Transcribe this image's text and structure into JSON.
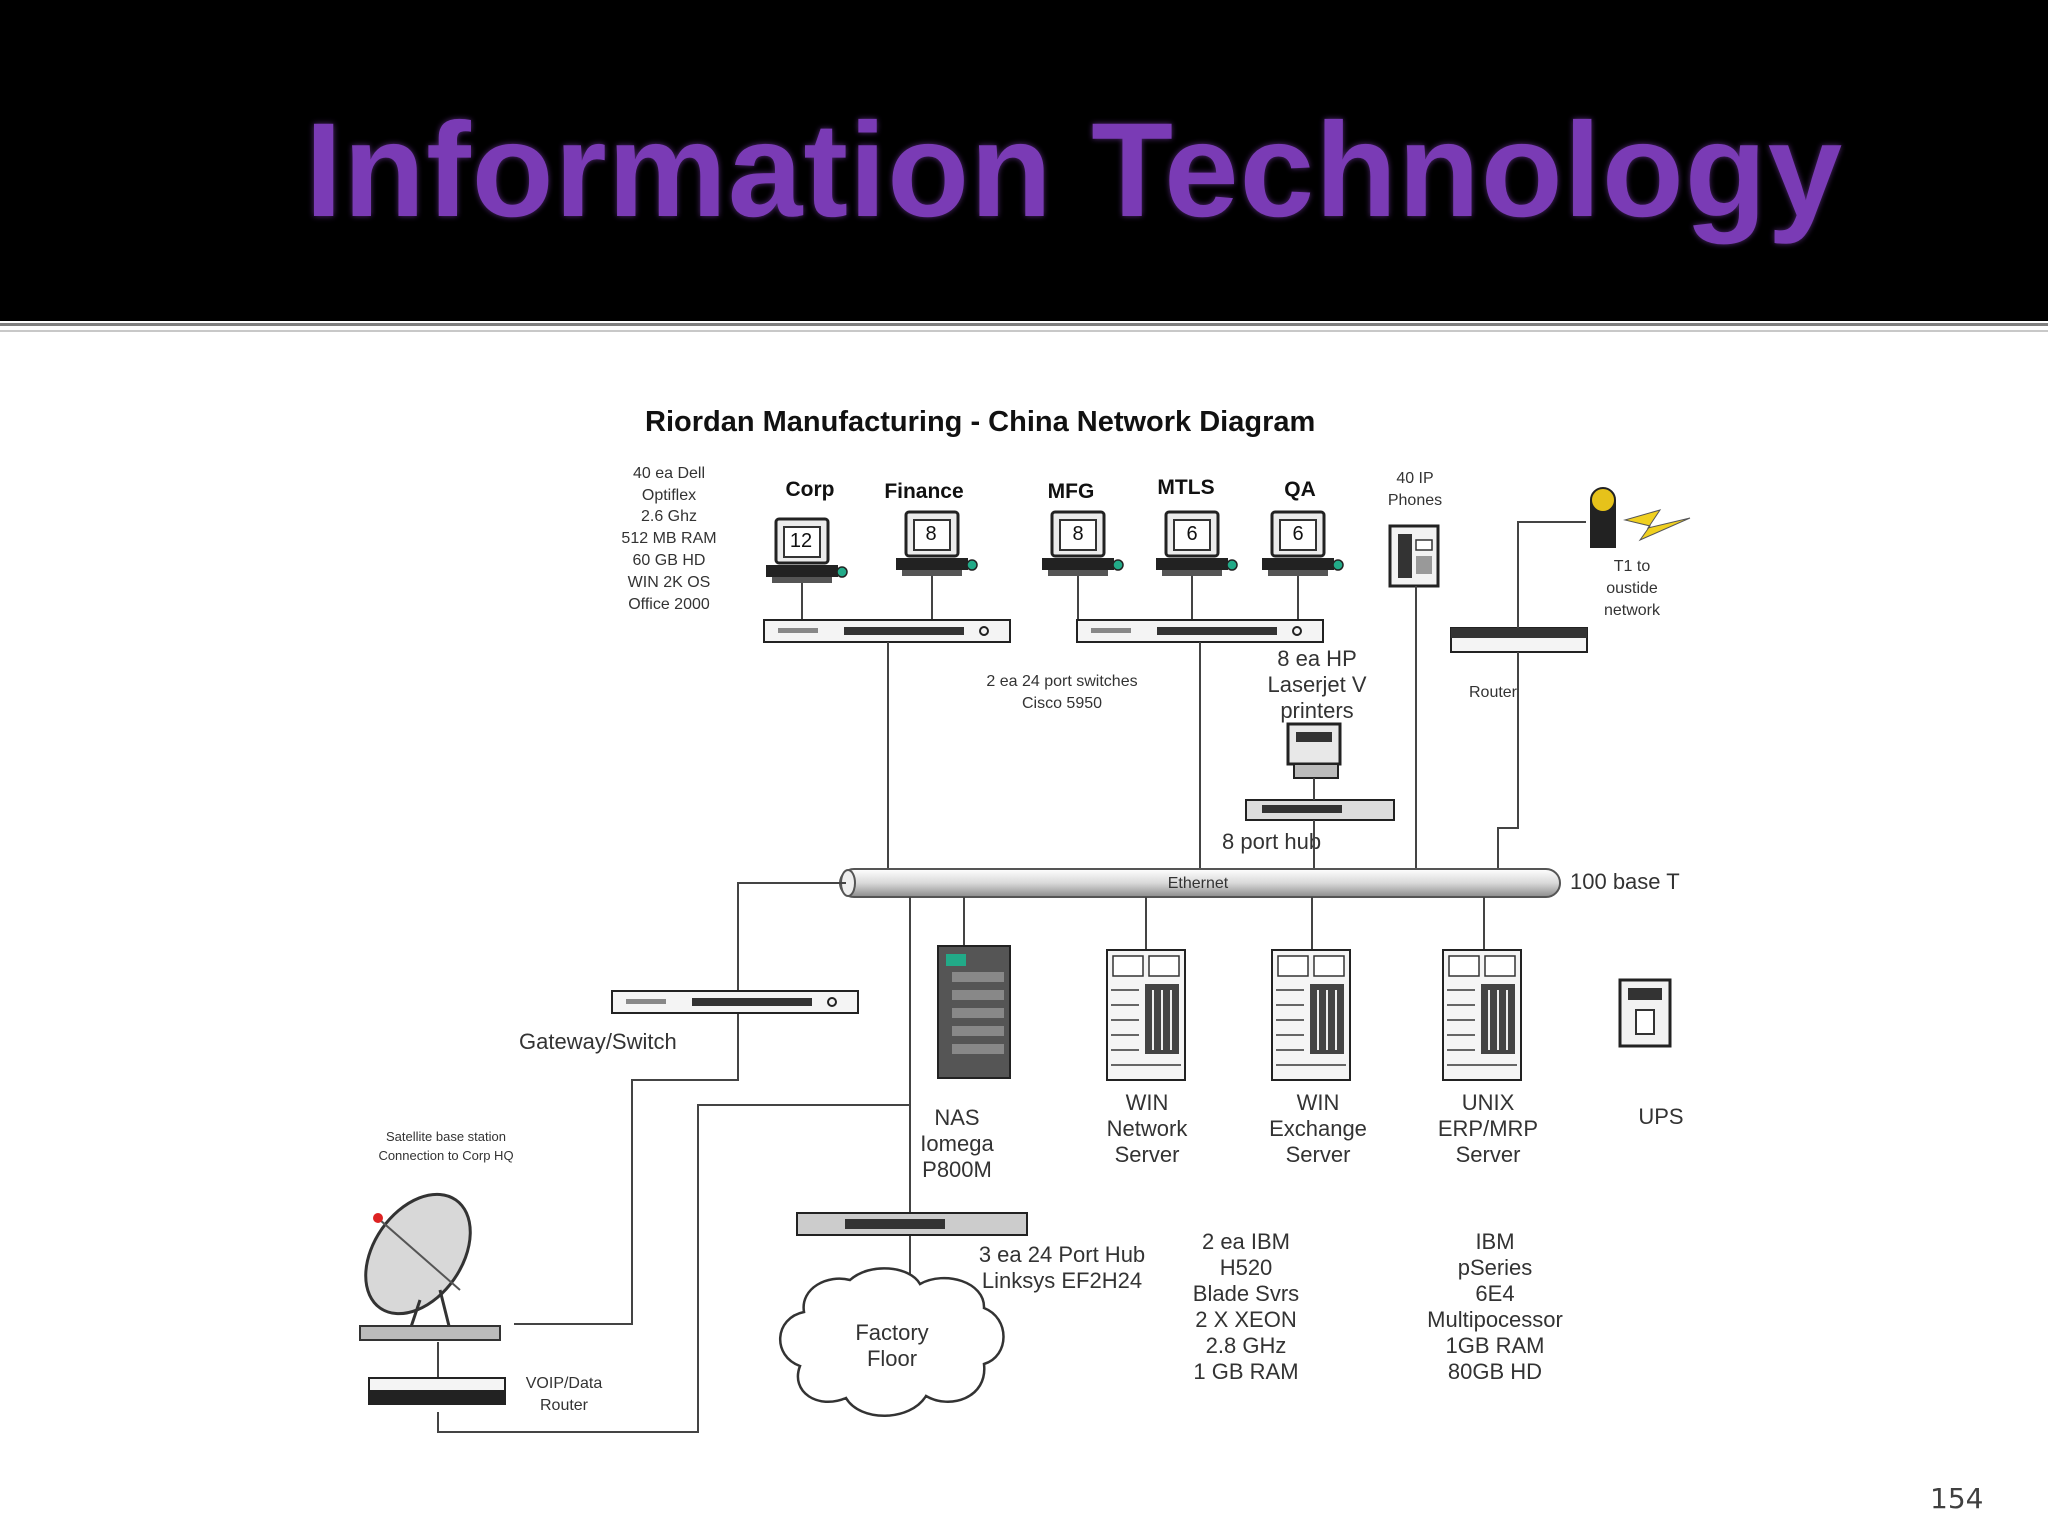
{
  "slide": {
    "title": "Information Technology",
    "page_number": "154"
  },
  "diagram": {
    "title": "Riordan Manufacturing - China Network Diagram",
    "pc_specs": [
      "40 ea Dell",
      "Optiflex",
      "2.6 Ghz",
      "512 MB RAM",
      "60 GB HD",
      "WIN 2K OS",
      "Office 2000"
    ],
    "departments": [
      {
        "name": "Corp",
        "count": "12"
      },
      {
        "name": "Finance",
        "count": "8"
      },
      {
        "name": "MFG",
        "count": "8"
      },
      {
        "name": "MTLS",
        "count": "6"
      },
      {
        "name": "QA",
        "count": "6"
      }
    ],
    "ip_phones": [
      "40 IP",
      "Phones"
    ],
    "t1": [
      "T1 to",
      "oustide",
      "network"
    ],
    "router": "Router",
    "switches": [
      "2 ea 24 port switches",
      "Cisco 5950"
    ],
    "printers": [
      "8 ea HP",
      "Laserjet V",
      "printers"
    ],
    "hub8": "8 port hub",
    "ethernet": "Ethernet",
    "base": "100 base T",
    "gateway": "Gateway/Switch",
    "satellite": [
      "Satellite base station",
      "Connection to Corp HQ"
    ],
    "voip": [
      "VOIP/Data",
      "Router"
    ],
    "nas": [
      "NAS",
      "Iomega",
      "P800M"
    ],
    "servers": [
      {
        "lines": [
          "WIN",
          "Network",
          "Server"
        ]
      },
      {
        "lines": [
          "WIN",
          "Exchange",
          "Server"
        ]
      },
      {
        "lines": [
          "UNIX",
          "ERP/MRP",
          "Server"
        ]
      }
    ],
    "ups": "UPS",
    "hub24": [
      "3 ea 24 Port Hub",
      "Linksys EF2H24"
    ],
    "factory": [
      "Factory",
      "Floor"
    ],
    "ibm_blades": [
      "2 ea IBM",
      "H520",
      "Blade Svrs",
      "2 X XEON",
      "2.8 GHz",
      "1 GB RAM"
    ],
    "ibm_pseries": [
      "IBM",
      "pSeries",
      "6E4",
      "Multipocessor",
      "1GB RAM",
      "80GB HD"
    ]
  },
  "colors": {
    "header_bg": "#000000",
    "title": "#7a3bb5",
    "line": "#444444"
  }
}
